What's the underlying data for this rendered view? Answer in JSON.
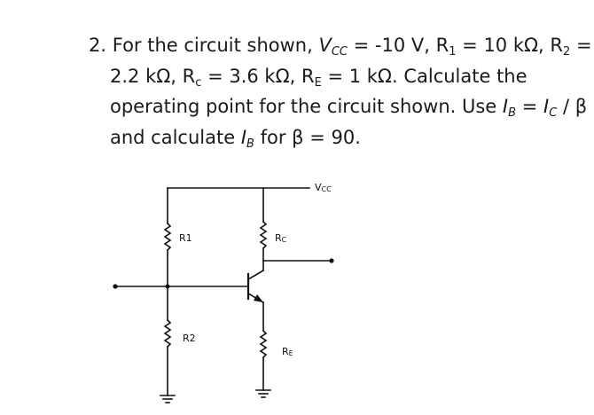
{
  "problem": {
    "number": "2.",
    "line1_a": "For the circuit shown, ",
    "vcc_symbol": "V",
    "vcc_sub": "CC",
    "line1_b": " = -10 V, R",
    "r1_sub": "1",
    "line1_c": " = 10 kΩ, R",
    "r2_sub": "2",
    "line1_d": " =",
    "line2_a": "2.2 kΩ, R",
    "rc_sub": "c",
    "line2_b": " = 3.6 kΩ, R",
    "re_sub": "E",
    "line2_c": " = 1 kΩ. Calculate the",
    "line3_a": "operating point for the circuit shown. Use ",
    "ib_symbol": "I",
    "ib_sub": "B",
    "line3_eq": " = ",
    "ic_symbol": "I",
    "ic_sub": "C",
    "line3_b": " / β",
    "line4_a": "and calculate ",
    "ib2_symbol": "I",
    "ib2_sub": "B",
    "line4_b": " for β = 90."
  },
  "circuit": {
    "vcc_label": "V",
    "vcc_label_sub": "CC",
    "r1_label": "R1",
    "rc_label": "R",
    "rc_label_sub": "C",
    "r2_label": "R2",
    "re_label": "R",
    "re_label_sub": "E"
  }
}
